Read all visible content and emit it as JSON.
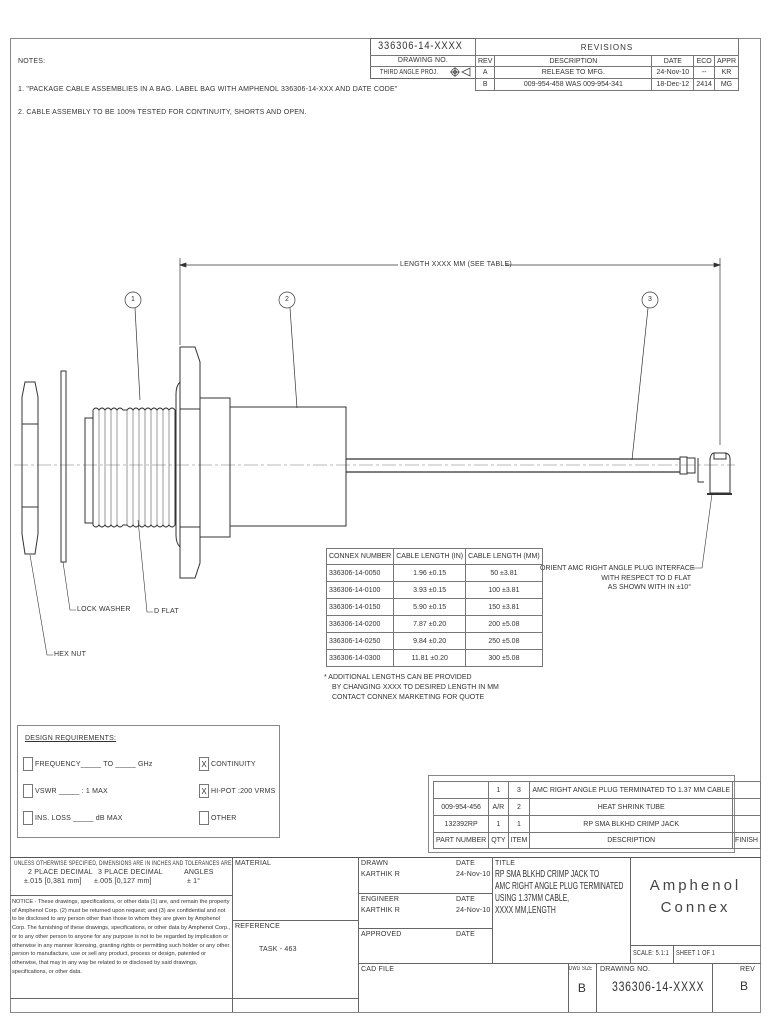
{
  "header": {
    "drawing_number": "336306-14-XXXX",
    "drawing_no_label": "DRAWING NO.",
    "projection": "THIRD ANGLE PROJ."
  },
  "revisions": {
    "title": "REVISIONS",
    "headers": [
      "REV",
      "DESCRIPTION",
      "DATE",
      "ECO",
      "APPR"
    ],
    "rows": [
      [
        "A",
        "RELEASE TO MFG.",
        "24-Nov-10",
        "--",
        "KR"
      ],
      [
        "B",
        "009-954-458 WAS 009-954-341",
        "18-Dec-12",
        "2414",
        "MG"
      ]
    ]
  },
  "notes": {
    "title": "NOTES:",
    "items": [
      "1. \"PACKAGE CABLE ASSEMBLIES IN A BAG. LABEL BAG WITH AMPHENOL 336306-14-XXX AND DATE CODE\"",
      "2. CABLE ASSEMBLY TO BE 100% TESTED FOR CONTINUITY, SHORTS AND OPEN."
    ]
  },
  "drawing": {
    "length_label": "LENGTH XXXX MM (SEE TABLE)",
    "balloons": [
      "1",
      "2",
      "3"
    ],
    "lock_washer": "LOCK WASHER",
    "d_flat": "D FLAT",
    "hex_nut": "HEX NUT",
    "orient_note": [
      "ORIENT AMC RIGHT ANGLE PLUG INTERFACE",
      "WITH RESPECT TO D FLAT",
      "AS SHOWN WITH IN ±10°"
    ]
  },
  "cable_table": {
    "headers": [
      "CONNEX NUMBER",
      "CABLE LENGTH (IN)",
      "CABLE LENGTH (MM)"
    ],
    "rows": [
      [
        "336306-14-0050",
        "1.96 ±0.15",
        "50 ±3.81"
      ],
      [
        "336306-14-0100",
        "3.93 ±0.15",
        "100 ±3.81"
      ],
      [
        "336306-14-0150",
        "5.90 ±0.15",
        "150 ±3.81"
      ],
      [
        "336306-14-0200",
        "7.87 ±0.20",
        "200 ±5.08"
      ],
      [
        "336306-14-0250",
        "9.84 ±0.20",
        "250 ±5.08"
      ],
      [
        "336306-14-0300",
        "11.81 ±0.20",
        "300 ±5.08"
      ]
    ],
    "note": [
      "* ADDITIONAL LENGTHS CAN BE PROVIDED",
      "BY CHANGING XXXX TO DESIRED LENGTH IN MM",
      "CONTACT CONNEX MARKETING FOR QUOTE"
    ]
  },
  "design": {
    "title": "DESIGN REQUIREMENTS:",
    "items": [
      {
        "label": "FREQUENCY_____ TO _____ GHz",
        "checked": ""
      },
      {
        "label": "VSWR _____ : 1 MAX",
        "checked": ""
      },
      {
        "label": "INS. LOSS _____ dB MAX",
        "checked": ""
      },
      {
        "label": "CONTINUITY",
        "checked": "X"
      },
      {
        "label": "HI-POT :200 VRMS",
        "checked": "X"
      },
      {
        "label": "OTHER",
        "checked": ""
      }
    ]
  },
  "bom": {
    "rows": [
      [
        "",
        "1",
        "3",
        "AMC RIGHT ANGLE PLUG TERMINATED TO 1.37 MM CABLE",
        ""
      ],
      [
        "009-954-456",
        "A/R",
        "2",
        "HEAT SHRINK TUBE",
        ""
      ],
      [
        "132392RP",
        "1",
        "1",
        "RP SMA BLKHD CRIMP JACK",
        ""
      ]
    ],
    "headers": [
      "PART NUMBER",
      "QTY",
      "ITEM",
      "DESCRIPTION",
      "FINISH"
    ]
  },
  "title_block": {
    "tolerance": [
      "UNLESS OTHERWISE SPECIFIED, DIMENSIONS ARE IN INCHES AND TOLERANCES ARE:",
      "2 PLACE DECIMAL",
      "3 PLACE DECIMAL",
      "ANGLES",
      "±.015 [0,381 mm]",
      "±.005 [0,127 mm]",
      "± 1°"
    ],
    "notice": "NOTICE - These drawings, specifications, or other data (1) are, and remain the property of Amphenol Corp. (2) must be returned upon request; and (3) are confidential and not to be disclosed to any person other than those to whom they are given by Amphenol Corp.  The furnishing of these drawings, specifications, or other data by Amphenol Corp., or to any other person to anyone for any purpose is not to be regarded by implication or otherwise in any manner licensing, granting rights or permitting such holder or any other person to manufacture, use or sell any product, process or design, patented or otherwise, that may in any way be related to or disclosed by said drawings, specifications, or other data.",
    "material_label": "MATERIAL",
    "reference_label": "REFERENCE",
    "reference": "TASK - 463",
    "drawn_label": "DRAWN",
    "drawn_by": "KARTHIK R",
    "drawn_date": "24-Nov-10",
    "date_label": "DATE",
    "engineer_label": "ENGINEER",
    "engineer": "KARTHIK R",
    "engineer_date": "24-Nov-10",
    "approved_label": "APPROVED",
    "title_label": "TITLE",
    "title": [
      "RP SMA BLKHD CRIMP JACK TO",
      "AMC RIGHT ANGLE PLUG TERMINATED",
      "USING 1.37MM CABLE,",
      "XXXX MM,LENGTH"
    ],
    "company": [
      "Amphenol",
      "Connex"
    ],
    "scale": "SCALE: 5.1:1",
    "sheet": "SHEET   1 OF 1",
    "cad_file_label": "CAD FILE",
    "dwg_size_label": "DWG SIZE",
    "dwg_size": "B",
    "drawing_no_label": "DRAWING NO.",
    "drawing_no": "336306-14-XXXX",
    "rev_label": "REV",
    "rev": "B"
  }
}
